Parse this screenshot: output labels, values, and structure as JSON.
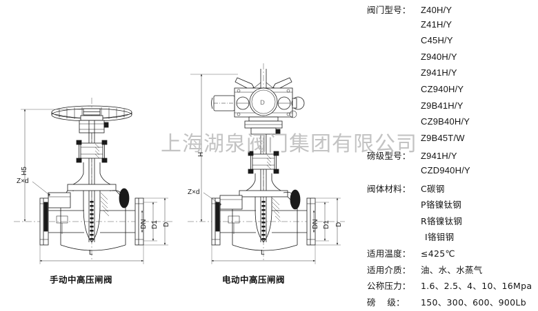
{
  "watermark": {
    "text": "上海湖泉阀门集团有限公司"
  },
  "drawings": {
    "manual": {
      "caption": "手动中高压闸阀",
      "dimensions": {
        "height": "H5",
        "bolt": "Z×d",
        "length": "L",
        "bore": "DN",
        "bolt_circle": "D1",
        "flange": "D"
      }
    },
    "electric": {
      "caption": "电动中高压闸阀",
      "dimensions": {
        "height": "H",
        "bolt": "Z×d",
        "length": "L",
        "bore": "DN",
        "bolt_circle": "D1",
        "flange": "D"
      }
    }
  },
  "spec": {
    "rows": [
      {
        "key": "阀门型号：",
        "value": "Z40H/Y"
      },
      {
        "key": "",
        "value": "Z41H/Y"
      },
      {
        "key": "",
        "value": "C45H/Y"
      },
      {
        "key": "",
        "value": "Z940H/Y"
      },
      {
        "key": "",
        "value": "Z941H/Y"
      },
      {
        "key": "",
        "value": "CZ940H/Y"
      },
      {
        "key": "",
        "value": "Z9B41H/Y"
      },
      {
        "key": "",
        "value": "CZ9B40H/Y"
      },
      {
        "key": "",
        "value": "Z9B45T/W"
      },
      {
        "key": "磅级型号：",
        "value": "Z941H/Y"
      },
      {
        "key": "",
        "value": "CZD940H/Y"
      },
      {
        "key": "阀体材料：",
        "value": "C碳钢"
      },
      {
        "key": "",
        "value": "P铬镍钛钢"
      },
      {
        "key": "",
        "value": "R铬镍钛钢"
      },
      {
        "key": "",
        "value": "I铬钼钢"
      },
      {
        "key": "适用温度：",
        "value": "≤425℃"
      },
      {
        "key": "适用介质：",
        "value": "油、水、水蒸气"
      },
      {
        "key": "公称压力：",
        "value": "1.6、2.5、4、10、16Mpa"
      },
      {
        "key": "磅    级：",
        "value": "150、300、600、900Lb"
      }
    ]
  }
}
